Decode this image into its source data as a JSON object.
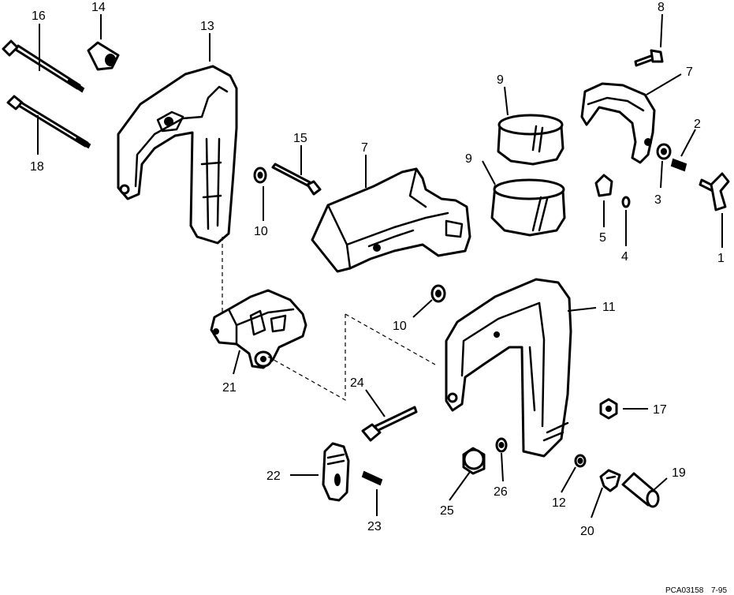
{
  "colors": {
    "line": "#000000",
    "background": "#ffffff"
  },
  "callouts": {
    "c1": "1",
    "c2": "2",
    "c3": "3",
    "c4": "4",
    "c5": "5",
    "c7a": "7",
    "c7b": "7",
    "c8": "8",
    "c9a": "9",
    "c9b": "9",
    "c10a": "10",
    "c10b": "10",
    "c11": "11",
    "c12": "12",
    "c13": "13",
    "c14": "14",
    "c15": "15",
    "c16": "16",
    "c17": "17",
    "c18": "18",
    "c19": "19",
    "c20": "20",
    "c21": "21",
    "c22": "22",
    "c23": "23",
    "c24": "24",
    "c25": "25",
    "c26": "26"
  },
  "footer": {
    "code": "PCA03158",
    "date": "7-95"
  }
}
